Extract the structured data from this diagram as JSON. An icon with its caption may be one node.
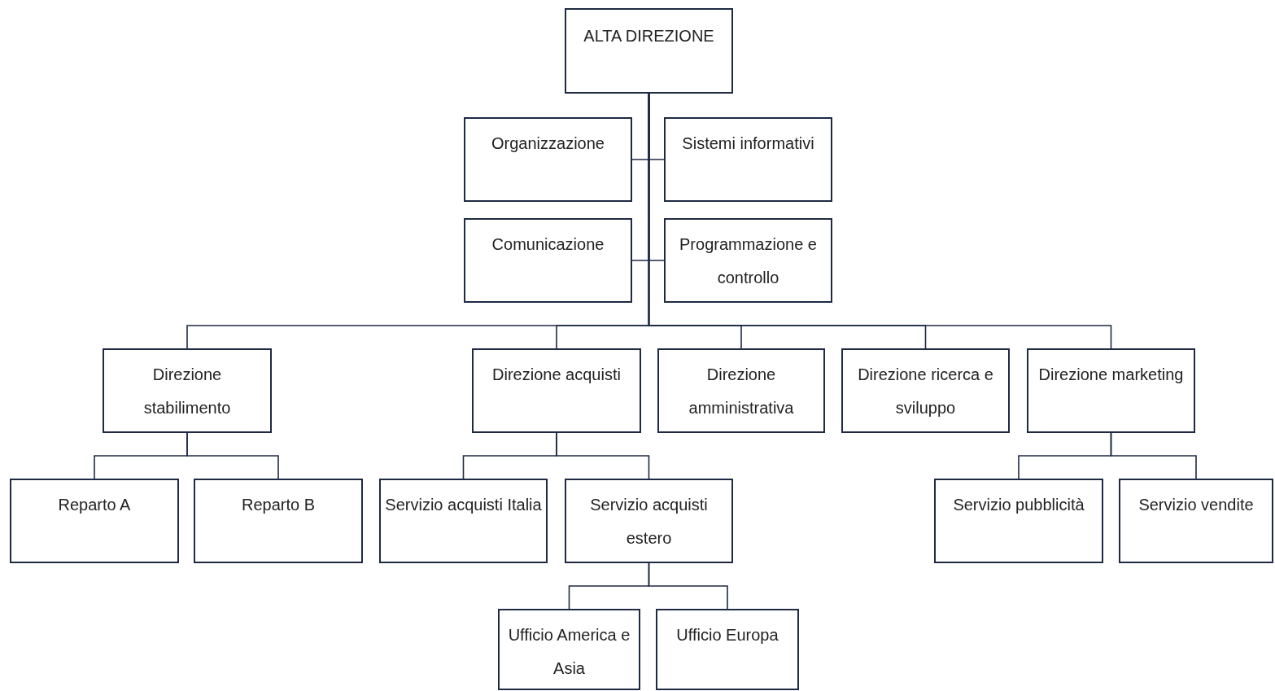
{
  "diagram": {
    "nodes": [
      {
        "text": [
          "ALTA DIREZIONE"
        ]
      },
      {
        "text": [
          "Organizzazione"
        ]
      },
      {
        "text": [
          "Sistemi informativi"
        ]
      },
      {
        "text": [
          "Comunicazione"
        ]
      },
      {
        "text": [
          "Programmazione e controllo"
        ]
      },
      {
        "text": [
          "Direzione stabilimento"
        ]
      },
      {
        "text": [
          "Direzione acquisti"
        ]
      },
      {
        "text": [
          "Direzione amministrativa"
        ]
      },
      {
        "text": [
          "Direzione ricerca e sviluppo"
        ]
      },
      {
        "text": [
          "Direzione marketing"
        ]
      },
      {
        "text": [
          "Reparto A"
        ]
      },
      {
        "text": [
          "Reparto B"
        ]
      },
      {
        "text": [
          "Servizio acquisti Italia"
        ]
      },
      {
        "text": [
          "Servizio acquisti estero"
        ]
      },
      {
        "text": [
          "Servizio pubblicità"
        ]
      },
      {
        "text": [
          "Servizio vendite"
        ]
      },
      {
        "text": [
          "Ufficio America e Asia"
        ]
      },
      {
        "text": [
          "Ufficio Europa"
        ]
      }
    ],
    "edges": [
      {
        "from": 0,
        "to": 1,
        "arrow": "none"
      },
      {
        "from": 0,
        "to": 2,
        "arrow": "none"
      },
      {
        "from": 0,
        "to": 3,
        "arrow": "none"
      },
      {
        "from": 0,
        "to": 4,
        "arrow": "none"
      },
      {
        "from": 0,
        "to": 5,
        "arrow": "none"
      },
      {
        "from": 0,
        "to": 6,
        "arrow": "none"
      },
      {
        "from": 0,
        "to": 7,
        "arrow": "none"
      },
      {
        "from": 0,
        "to": 8,
        "arrow": "none"
      },
      {
        "from": 0,
        "to": 9,
        "arrow": "none"
      },
      {
        "from": 5,
        "to": 10,
        "arrow": "none"
      },
      {
        "from": 5,
        "to": 11,
        "arrow": "none"
      },
      {
        "from": 6,
        "to": 12,
        "arrow": "none"
      },
      {
        "from": 6,
        "to": 13,
        "arrow": "none"
      },
      {
        "from": 9,
        "to": 14,
        "arrow": "none"
      },
      {
        "from": 9,
        "to": 15,
        "arrow": "none"
      },
      {
        "from": 13,
        "to": 16,
        "arrow": "none"
      },
      {
        "from": 13,
        "to": 17,
        "arrow": "none"
      }
    ]
  }
}
